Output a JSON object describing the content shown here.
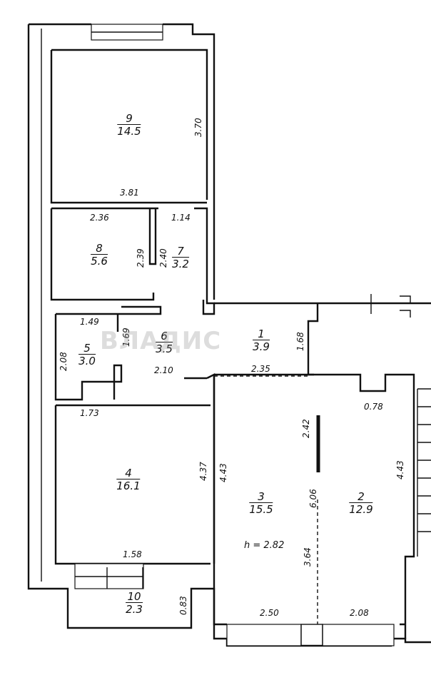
{
  "rooms": [
    {
      "id": "9",
      "num": "9",
      "area": "14.5"
    },
    {
      "id": "8",
      "num": "8",
      "area": "5.6"
    },
    {
      "id": "7",
      "num": "7",
      "area": "3.2"
    },
    {
      "id": "6",
      "num": "6",
      "area": "3.5"
    },
    {
      "id": "5",
      "num": "5",
      "area": "3.0"
    },
    {
      "id": "1",
      "num": "1",
      "area": "3.9"
    },
    {
      "id": "4",
      "num": "4",
      "area": "16.1"
    },
    {
      "id": "3",
      "num": "3",
      "area": "15.5"
    },
    {
      "id": "2",
      "num": "2",
      "area": "12.9"
    },
    {
      "id": "10",
      "num": "10",
      "area": "2.3"
    }
  ],
  "dimensions": {
    "d370": "3.70",
    "d381": "3.81",
    "d236": "2.36",
    "d114": "1.14",
    "d239": "2.39",
    "d240": "2.40",
    "d149": "1.49",
    "d169": "1.69",
    "d208a": "2.08",
    "d210": "2.10",
    "d168": "1.68",
    "d235": "2.35",
    "d173": "1.73",
    "d437": "4.37",
    "d443a": "4.43",
    "d242": "2.42",
    "d078": "0.78",
    "d443b": "4.43",
    "d606": "6.06",
    "d364": "3.64",
    "d158": "1.58",
    "d083": "0.83",
    "d250": "2.50",
    "d208b": "2.08"
  },
  "ceiling_height": "h = 2.82",
  "watermark": "ВЛАДИС"
}
